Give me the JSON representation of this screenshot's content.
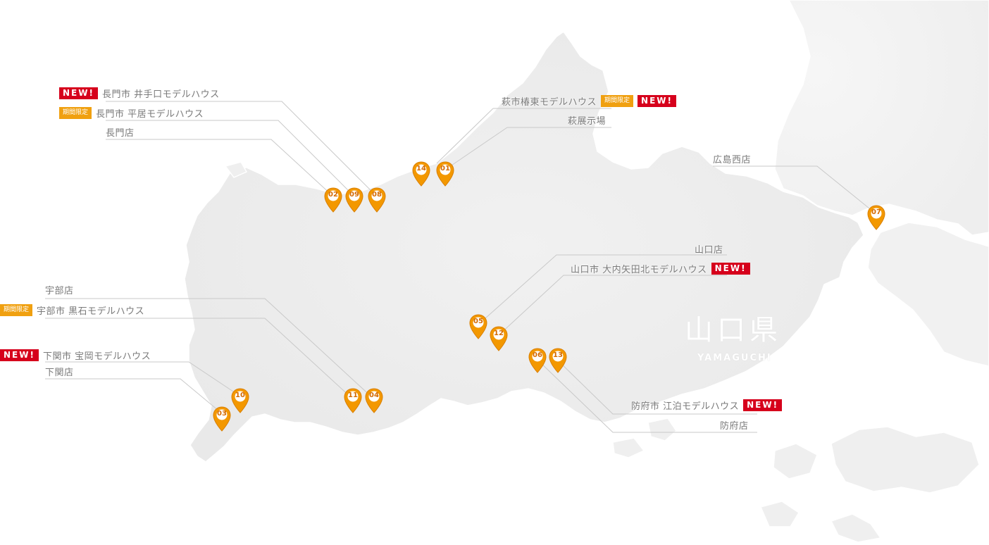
{
  "map": {
    "prefecture_name": "山口県",
    "prefecture_romaji": "YAMAGUCHI"
  },
  "colors": {
    "land": "#ededed",
    "land_edge": "#ffffff",
    "leader_line": "#c8c8c8",
    "pin": "#f39800",
    "pin_dark": "#d97f00",
    "badge_new": "#d6001c",
    "badge_limited": "#f0a010"
  },
  "badges": {
    "new": "NEW!",
    "limited": "期間限定"
  },
  "labels": [
    {
      "id": "nagato-igutchi",
      "text": "長門市 井手口モデルハウス",
      "badges": [
        "new"
      ]
    },
    {
      "id": "nagato-heikyo",
      "text": "長門市 平居モデルハウス",
      "badges": [
        "limited"
      ]
    },
    {
      "id": "nagato-store",
      "text": "長門店",
      "badges": []
    },
    {
      "id": "hagi-tsubaki",
      "text": "萩市椿東モデルハウス",
      "badges": [
        "limited",
        "new"
      ]
    },
    {
      "id": "hagi-exhibit",
      "text": "萩展示場",
      "badges": []
    },
    {
      "id": "hiroshima-west",
      "text": "広島西店",
      "badges": []
    },
    {
      "id": "yamaguchi-store",
      "text": "山口店",
      "badges": []
    },
    {
      "id": "yamaguchi-ouchi",
      "text": "山口市 大内矢田北モデルハウス",
      "badges": [
        "new"
      ]
    },
    {
      "id": "ube-store",
      "text": "宇部店",
      "badges": []
    },
    {
      "id": "ube-kuraishi",
      "text": "宇部市 黒石モデルハウス",
      "badges": [
        "limited"
      ]
    },
    {
      "id": "shimonoseki-model",
      "text": "下関市 宝岡モデルハウス",
      "badges": [
        "new"
      ]
    },
    {
      "id": "shimonoseki-store",
      "text": "下関店",
      "badges": []
    },
    {
      "id": "hofu-model",
      "text": "防府市 江泊モデルハウス",
      "badges": [
        "new"
      ]
    },
    {
      "id": "hofu-store",
      "text": "防府店",
      "badges": []
    }
  ],
  "pins": [
    "01",
    "02",
    "03",
    "04",
    "05",
    "06",
    "07",
    "08",
    "09",
    "10",
    "11",
    "12",
    "13",
    "14"
  ]
}
